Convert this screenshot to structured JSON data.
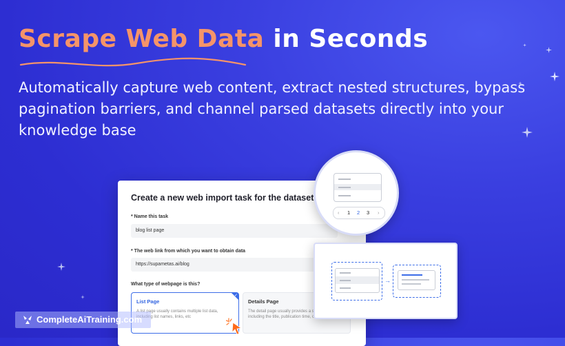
{
  "hero": {
    "title_accent": "Scrape Web Data",
    "title_rest": "in Seconds",
    "subtitle": "Automatically capture web content, extract nested structures, bypass pagination barriers, and channel parsed datasets directly into your knowledge base"
  },
  "form": {
    "title": "Create a new web import task for the dataset",
    "name_label": "* Name this task",
    "name_value": "blog list page",
    "link_label": "* The web link from which you want to obtain data",
    "link_value": "https://supametas.ai/blog",
    "type_question": "What type of webpage is this?",
    "options": [
      {
        "title": "List Page",
        "desc": "A list page usually contains multiple list data, including list names, links, etc",
        "selected": true
      },
      {
        "title": "Details Page",
        "desc": "The detail page usually provides a summary, including the title, publication time, content, etc",
        "selected": false
      }
    ]
  },
  "pagination": {
    "prev": "‹",
    "pages": [
      "1",
      "2",
      "3"
    ],
    "current": "2",
    "next": "›"
  },
  "watermark": {
    "text": "CompleteAiTraining.com"
  },
  "colors": {
    "accent_orange": "#f59469",
    "brand_blue": "#3c6de8",
    "background": "#2f30d4"
  }
}
